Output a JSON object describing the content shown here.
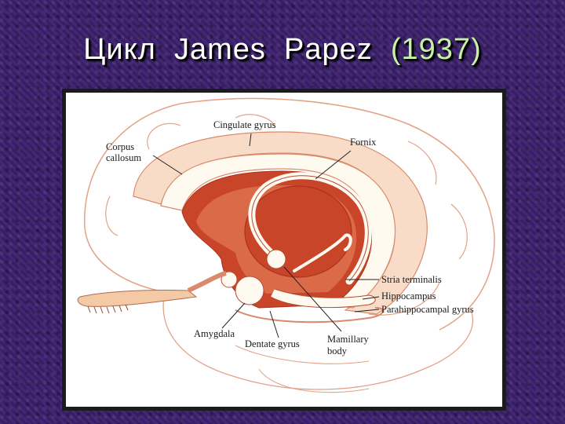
{
  "title": {
    "main": "Цикл  James  Papez",
    "year": "(1937)"
  },
  "diagram": {
    "labels": {
      "cingulate_gyrus": "Cingulate gyrus",
      "corpus_line1": "Corpus",
      "corpus_line2": "callosum",
      "fornix": "Fornix",
      "stria_terminalis": "Stria terminalis",
      "hippocampus": "Hippocampus",
      "parahippocampal_gyrus": "Parahippocampal gyrus",
      "amygdala": "Amygdala",
      "dentate_gyrus": "Dentate gyrus",
      "mamillary_line1": "Mamillary",
      "mamillary_line2": "body"
    },
    "colors": {
      "tissue_light": "#f8dcc8",
      "tissue_mid": "#e8845f",
      "tissue_dark": "#c9452a",
      "structure_white": "#fffaf0",
      "outline": "#d98a6a",
      "background": "#3a1f6b"
    }
  }
}
